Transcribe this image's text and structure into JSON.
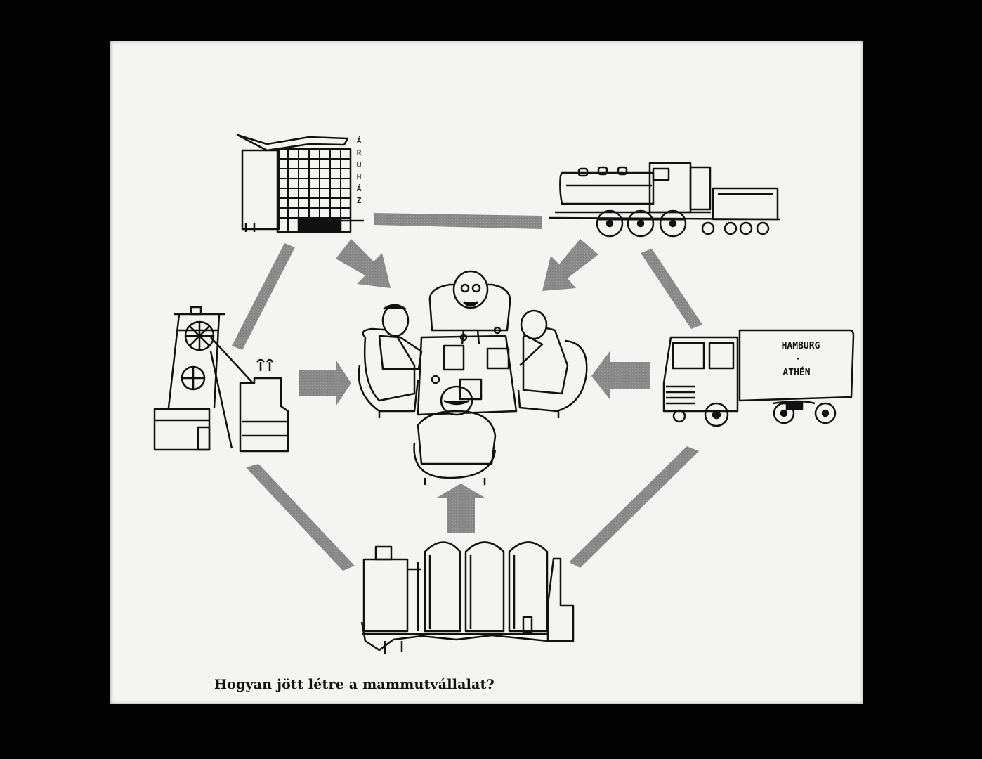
{
  "caption": "Hogyan jött létre a mammutvállalat?",
  "labels": {
    "department_store_sign": [
      "Á",
      "R",
      "U",
      "H",
      "Á",
      "Z"
    ],
    "truck_route_from": "HAMBURG",
    "truck_route_dash": "-",
    "truck_route_to": "ATHÉN"
  },
  "colors": {
    "background": "#030303",
    "paper": "#f4f4f2",
    "ink": "#111111",
    "arrow": "#8a8a8a"
  }
}
